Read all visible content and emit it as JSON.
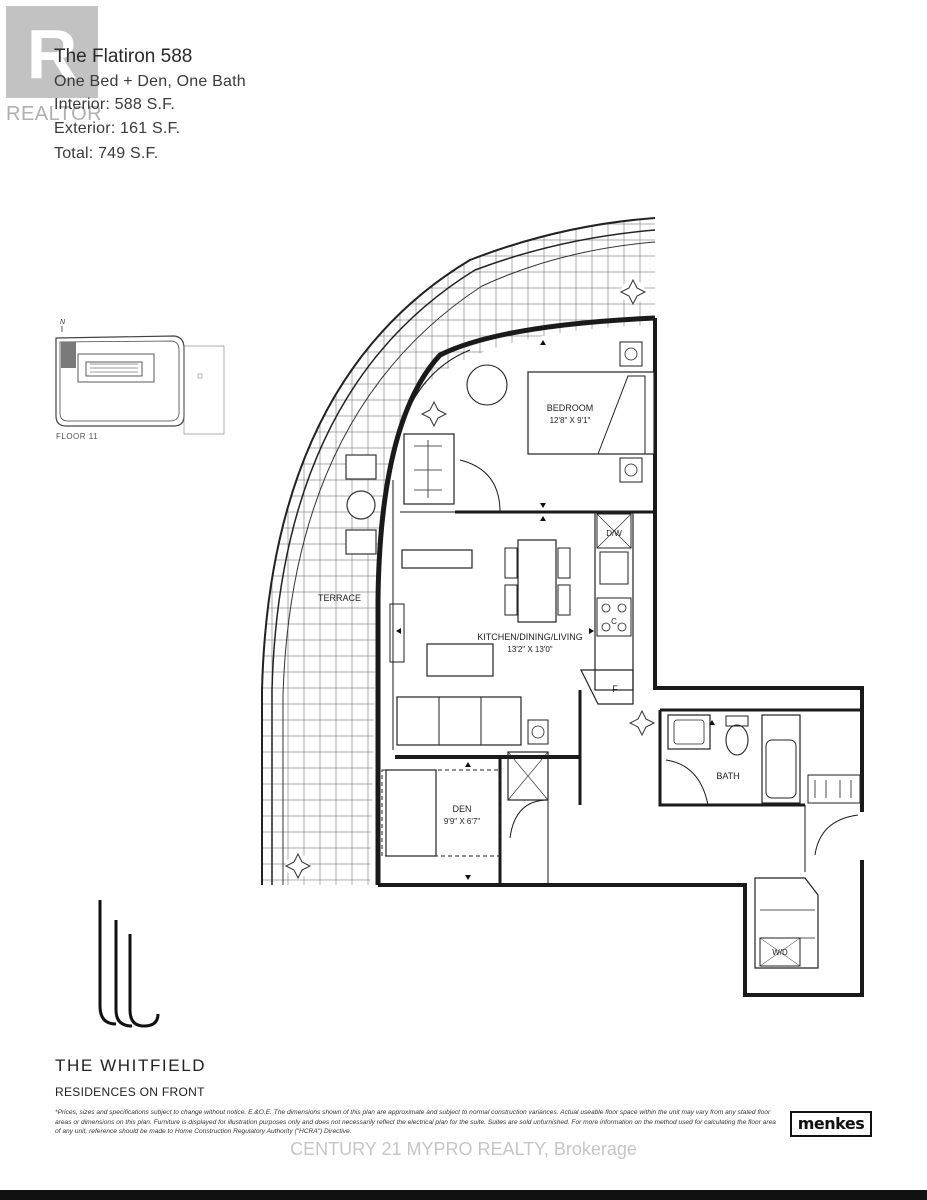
{
  "header": {
    "unit_name": "The Flatiron 588",
    "layout": "One Bed + Den, One Bath",
    "interior": "Interior: 588 S.F.",
    "exterior": "Exterior: 161 S.F.",
    "total": "Total: 749 S.F."
  },
  "realtor_logo": {
    "text": "REALTOR",
    "letter": "R"
  },
  "key_plan": {
    "north": "N",
    "floor": "FLOOR 11"
  },
  "rooms": {
    "bedroom": {
      "name": "BEDROOM",
      "size": "12'8\" X 9'1\""
    },
    "kitchen": {
      "name": "KITCHEN/DINING/LIVING",
      "size": "13'2\" X 13'0\""
    },
    "den": {
      "name": "DEN",
      "size": "9'9\" X 6'7\""
    },
    "bath": {
      "name": "BATH"
    },
    "terrace": {
      "name": "TERRACE"
    },
    "dw": "D/W",
    "fridge": "F",
    "cooktop": "C",
    "wd": "W/D"
  },
  "brand": {
    "name": "THE WHITFIELD",
    "subtitle": "RESIDENCES ON FRONT",
    "developer": "menkes"
  },
  "disclaimer": "*Prices, sizes and specifications subject to change without notice. E.&O.E. The dimensions shown of this plan are approximate and subject to normal construction variances. Actual useable floor space within the unit may vary from any stated floor areas or dimensions on this plan. Furniture is displayed for illustration purposes only and does not necessarily reflect the electrical plan for the suite. Suites are sold unfurnished. For more information on the method used for calculating the floor area of any unit, reference should be made to Home Construction Regulatory Authority (\"HCRA\") Directive.",
  "watermark": "CENTURY 21 MYPRO REALTY, Brokerage"
}
